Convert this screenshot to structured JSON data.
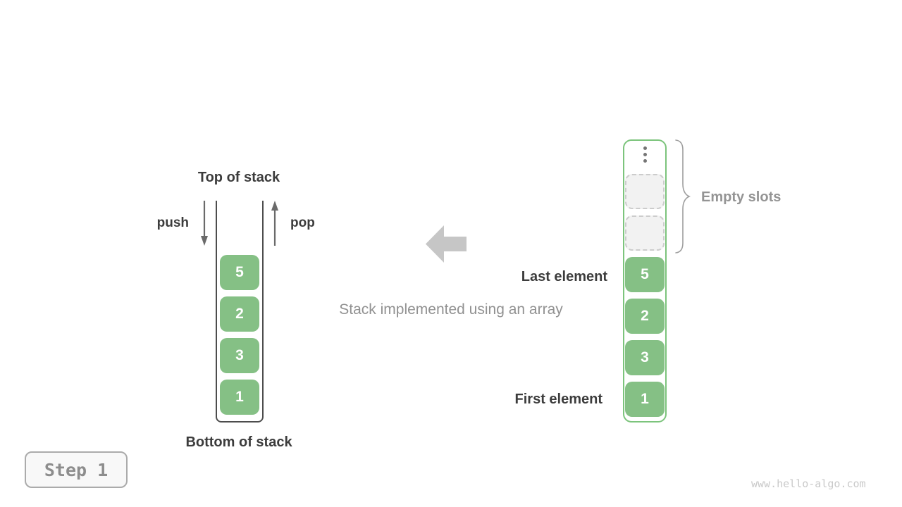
{
  "figure": {
    "caption": "Stack implemented using an array",
    "step_badge": "Step 1",
    "watermark": "www.hello-algo.com"
  },
  "stack_view": {
    "top_label": "Top of stack",
    "bottom_label": "Bottom of stack",
    "push_label": "push",
    "pop_label": "pop",
    "values": [
      "5",
      "2",
      "3",
      "1"
    ]
  },
  "array_view": {
    "values": [
      "5",
      "2",
      "3",
      "1"
    ],
    "empty_slots": [
      "",
      ""
    ],
    "empty_slots_label": "Empty slots",
    "last_element_label": "Last element",
    "first_element_label": "First element"
  },
  "colors": {
    "cell_green": "#85C085",
    "array_border_green": "#7CC47C",
    "stack_wall_gray": "#4D4D4D",
    "dark_text": "#3C3C3C",
    "gray_text": "#919191",
    "block_arrow_gray": "#C6C6C6",
    "push_pop_arrow": "#6A6A6A",
    "brace_gray": "#9E9E9E",
    "watermark_gray": "#C9C9C9"
  }
}
